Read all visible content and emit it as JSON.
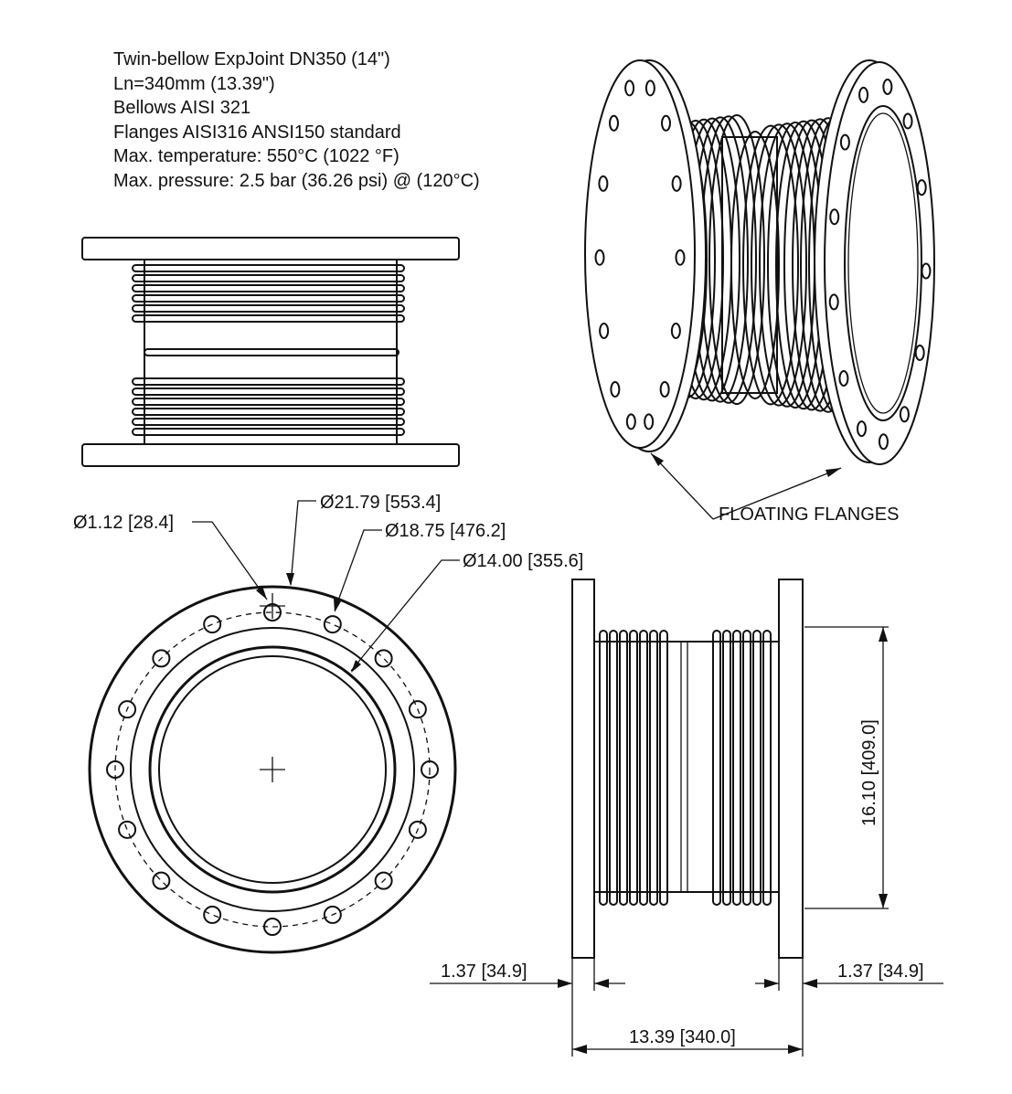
{
  "specs": {
    "line1": "Twin-bellow ExpJoint DN350 (14\")",
    "line2": "Ln=340mm (13.39\")",
    "line3": "Bellows  AISI 321",
    "line4": "Flanges AISI316 ANSI150 standard",
    "line5": "Max. temperature: 550°C (1022 °F)",
    "line6": "Max. pressure: 2.5 bar (36.26 psi) @ (120°C)"
  },
  "callouts": {
    "floating_flanges": "FLOATING FLANGES",
    "bolt_hole_dia": "Ø1.12 [28.4]",
    "outer_dia": "Ø21.79 [553.4]",
    "bolt_circle_dia": "Ø18.75 [476.2]",
    "bore_dia": "Ø14.00 [355.6]"
  },
  "dimensions": {
    "height": "16.10 [409.0]",
    "flange_left": "1.37 [34.9]",
    "flange_right": "1.37 [34.9]",
    "length": "13.39 [340.0]"
  }
}
